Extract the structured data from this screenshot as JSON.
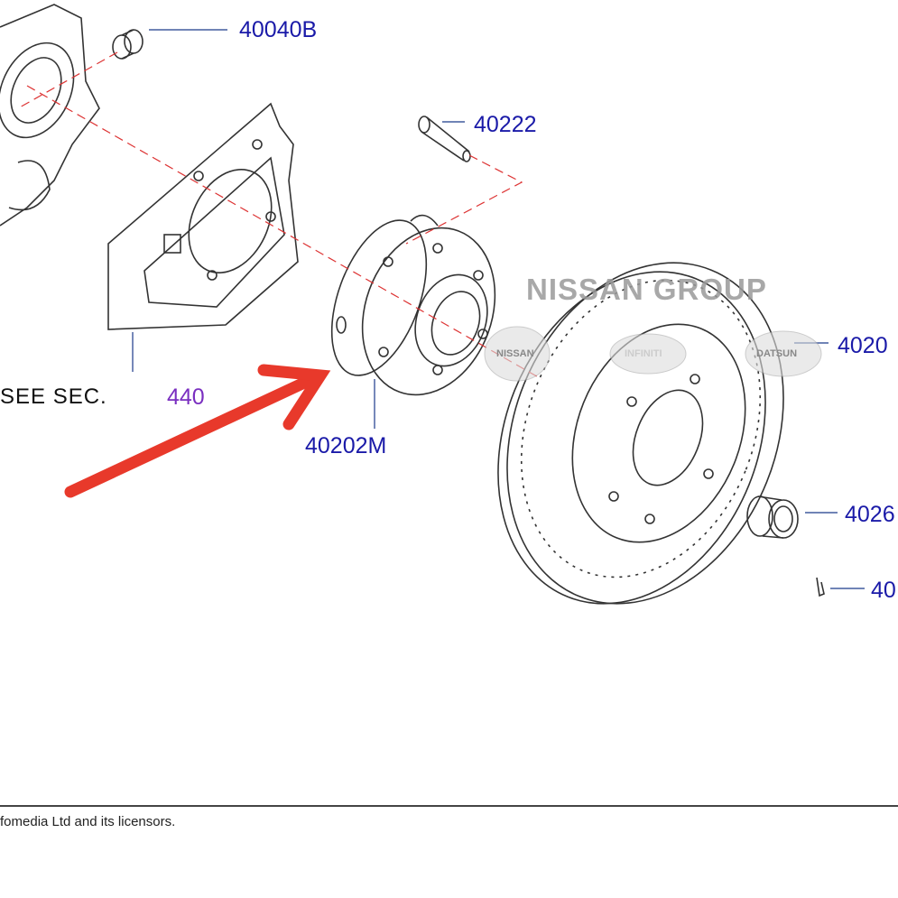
{
  "callouts": {
    "p40040b": "40040B",
    "p40222": "40222",
    "p40202m": "40202M",
    "p4020x": "4020",
    "p4026x": "4026",
    "p40x": "40",
    "see_sec": "SEE  SEC.",
    "sec_number": "440"
  },
  "watermark": {
    "text": "NISSAN GROUP",
    "logos": [
      "NISSAN",
      "INFINITI",
      "DATSUN"
    ]
  },
  "annotation": {
    "arrow_color": "#e8392b"
  },
  "footer": {
    "text": "fomedia Ltd and its licensors."
  }
}
